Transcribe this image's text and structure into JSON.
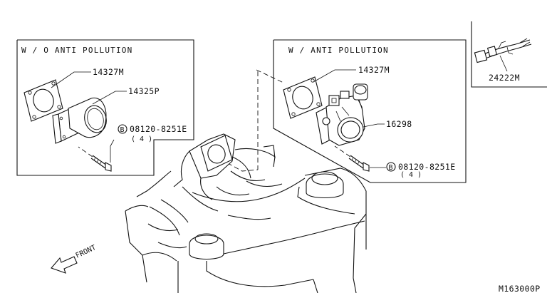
{
  "panel_left": {
    "title": "W / O  ANTI  POLLUTION",
    "part_gasket": "14327M",
    "part_spacer": "14325P",
    "bolt_symbol": "B",
    "bolt_part": "08120-8251E",
    "bolt_qty": "( 4 )"
  },
  "panel_center": {
    "title": "W  /  ANTI  POLLUTION",
    "part_gasket": "14327M",
    "part_throttle": "16298",
    "bolt_symbol": "B",
    "bolt_part": "08120-8251E",
    "bolt_qty": "( 4 )"
  },
  "panel_right": {
    "part_harness": "24222M"
  },
  "front_label": "FRONT",
  "diagram_code": "M163000P"
}
